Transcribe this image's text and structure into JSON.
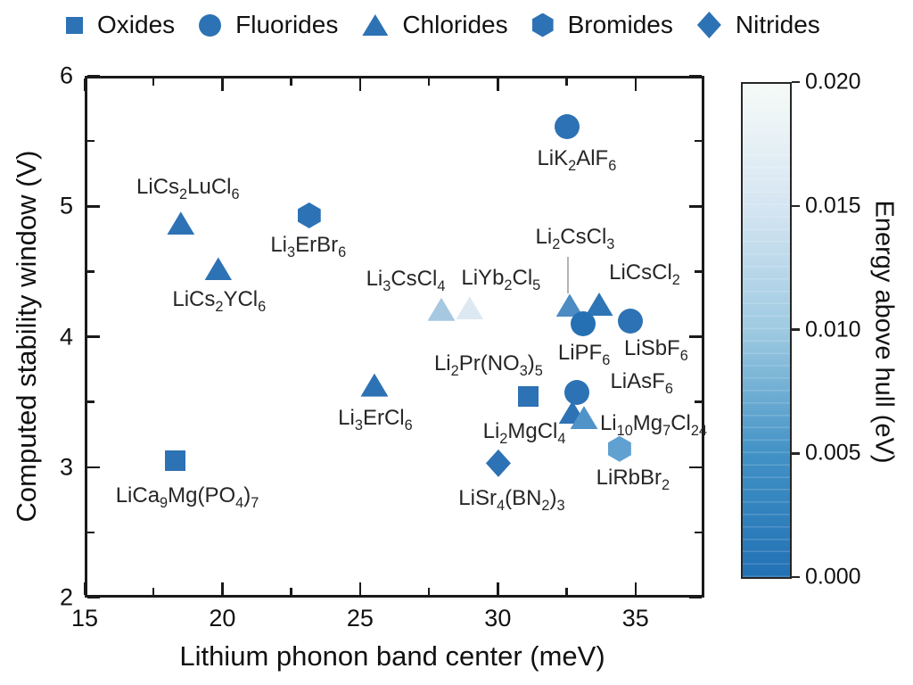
{
  "legend": {
    "marker_color": "#2d72b4",
    "items": [
      {
        "shape": "square",
        "label": "Oxides"
      },
      {
        "shape": "circle",
        "label": "Fluorides"
      },
      {
        "shape": "triangle",
        "label": "Chlorides"
      },
      {
        "shape": "hexagon",
        "label": "Bromides"
      },
      {
        "shape": "diamond",
        "label": "Nitrides"
      }
    ]
  },
  "chart_data": {
    "type": "scatter",
    "xlabel": "Lithium phonon band center (meV)",
    "ylabel": "Computed stability window (V)",
    "xlim": [
      15,
      37.5
    ],
    "ylim": [
      2,
      6
    ],
    "xticks": [
      "15",
      "20",
      "25",
      "30",
      "35"
    ],
    "xticks_minor": [
      17.5,
      22.5,
      27.5,
      32.5
    ],
    "yticks": [
      "6",
      "5",
      "4",
      "3",
      "2"
    ],
    "yticks_values": [
      6,
      5,
      4,
      3,
      2
    ],
    "yticks_minor": [
      2.5,
      3.5,
      4.5,
      5.5
    ],
    "grid": false,
    "colorbar": {
      "title": "Energy above hull (eV)",
      "ticks": [
        "0.020",
        "0.015",
        "0.010",
        "0.005",
        "0.000"
      ],
      "range": [
        0.0,
        0.02
      ],
      "bottom_color": "#2171b5",
      "top_color": "#f5faf7"
    },
    "points": [
      {
        "label": "LiCa9Mg(PO4)7",
        "shape": "square",
        "x": 18.27,
        "y": 3.05,
        "color": "#2d72b4",
        "label_dx": 14,
        "label_dy": 42
      },
      {
        "label": "LiCs2LuCl6",
        "shape": "triangle",
        "x": 18.49,
        "y": 4.87,
        "color": "#2d72b4",
        "label_dx": 8,
        "label_dy": -38
      },
      {
        "label": "LiCs2YCl6",
        "shape": "triangle",
        "x": 19.85,
        "y": 4.52,
        "color": "#2d72b4",
        "label_dx": 1,
        "label_dy": 37
      },
      {
        "label": "Li3ErBr6",
        "shape": "hexagon",
        "x": 23.15,
        "y": 4.93,
        "color": "#2d72b4",
        "label_dx": -1,
        "label_dy": 36
      },
      {
        "label": "Li3ErCl6",
        "shape": "triangle",
        "x": 25.52,
        "y": 3.63,
        "color": "#2d72b4",
        "label_dx": 1,
        "label_dy": 39
      },
      {
        "label": "Li3CsCl4",
        "shape": "triangle",
        "x": 27.95,
        "y": 4.21,
        "color": "#a6c8e1",
        "label_dx": -40,
        "label_dy": -32
      },
      {
        "label": "LiYb2Cl5",
        "shape": "triangle",
        "x": 28.98,
        "y": 4.22,
        "color": "#dde9f2",
        "label_dx": 35,
        "label_dy": -31
      },
      {
        "label": "LiSr4(BN2)3",
        "shape": "diamond",
        "x": 30.02,
        "y": 3.03,
        "color": "#2d72b4",
        "label_dx": 15,
        "label_dy": 42
      },
      {
        "label": "Li2Pr(NO3)5",
        "shape": "square",
        "x": 31.12,
        "y": 3.54,
        "color": "#2d72b4",
        "label_dx": -45,
        "label_dy": -35
      },
      {
        "label": "Li2CsCl3",
        "shape": "triangle",
        "x": 32.61,
        "y": 4.24,
        "color": "#4c8cc2",
        "label_dx": 6,
        "label_dy": -74,
        "leader": {
          "dx": -2,
          "dy1": -54,
          "dy2": -13
        }
      },
      {
        "label": "LiCsCl2",
        "shape": "triangle",
        "x": 33.68,
        "y": 4.25,
        "color": "#2e75b6",
        "label_dx": 51,
        "label_dy": -33
      },
      {
        "label": "Li2MgCl4",
        "shape": "triangle",
        "x": 32.71,
        "y": 3.42,
        "color": "#2d72b4",
        "label_dx": -54,
        "label_dy": 24
      },
      {
        "label": "Li10Mg7Cl24",
        "shape": "triangle",
        "x": 33.13,
        "y": 3.38,
        "color": "#4f93c8",
        "label_dx": 78,
        "label_dy": 9
      },
      {
        "label": "LiAsF6",
        "shape": "circle",
        "x": 32.86,
        "y": 3.57,
        "color": "#2d72b4",
        "label_dx": 73,
        "label_dy": -10
      },
      {
        "label": "LiPF6",
        "shape": "circle",
        "x": 33.1,
        "y": 4.1,
        "color": "#2470b3",
        "label_dx": 1,
        "label_dy": 35
      },
      {
        "label": "LiSbF6",
        "shape": "circle",
        "x": 34.81,
        "y": 4.12,
        "color": "#2d72b4",
        "label_dx": 29,
        "label_dy": 33
      },
      {
        "label": "LiK2AlF6",
        "shape": "circle",
        "x": 32.51,
        "y": 5.61,
        "color": "#2d72b4",
        "label_dx": 11,
        "label_dy": 38
      },
      {
        "label": "LiRbBr2",
        "shape": "hexagon",
        "x": 34.42,
        "y": 3.14,
        "color": "#60a1d1",
        "label_dx": 15,
        "label_dy": 35
      }
    ]
  }
}
